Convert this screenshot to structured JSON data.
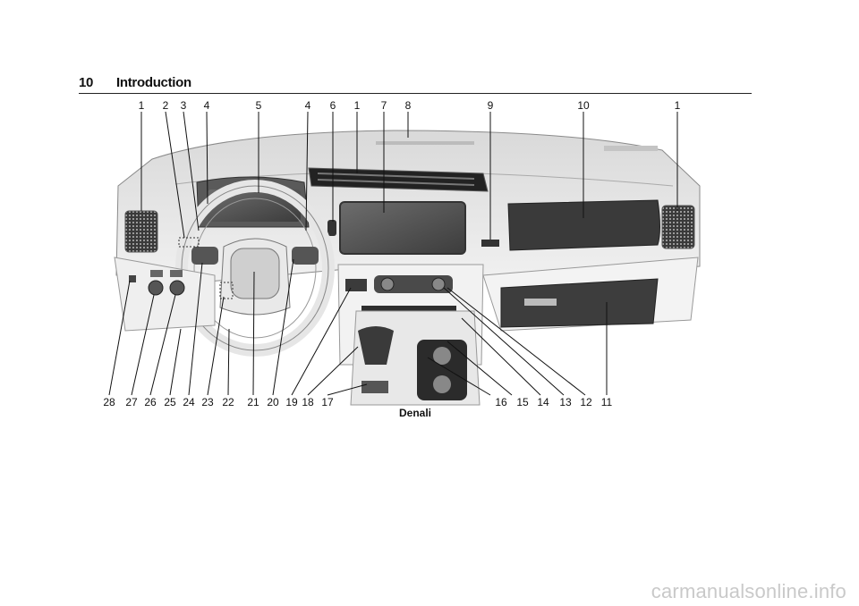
{
  "header": {
    "page_number": "10",
    "section_title": "Introduction"
  },
  "figure": {
    "caption": "Denali",
    "top_callouts": [
      "1",
      "2",
      "3",
      "4",
      "5",
      "4",
      "6",
      "1",
      "7",
      "8",
      "9",
      "10",
      "1"
    ],
    "bottom_callouts": [
      "28",
      "27",
      "26",
      "25",
      "24",
      "23",
      "22",
      "21",
      "20",
      "19",
      "18",
      "17",
      "16",
      "15",
      "14",
      "13",
      "12",
      "11"
    ]
  },
  "watermark": "carmanualsonline.info"
}
